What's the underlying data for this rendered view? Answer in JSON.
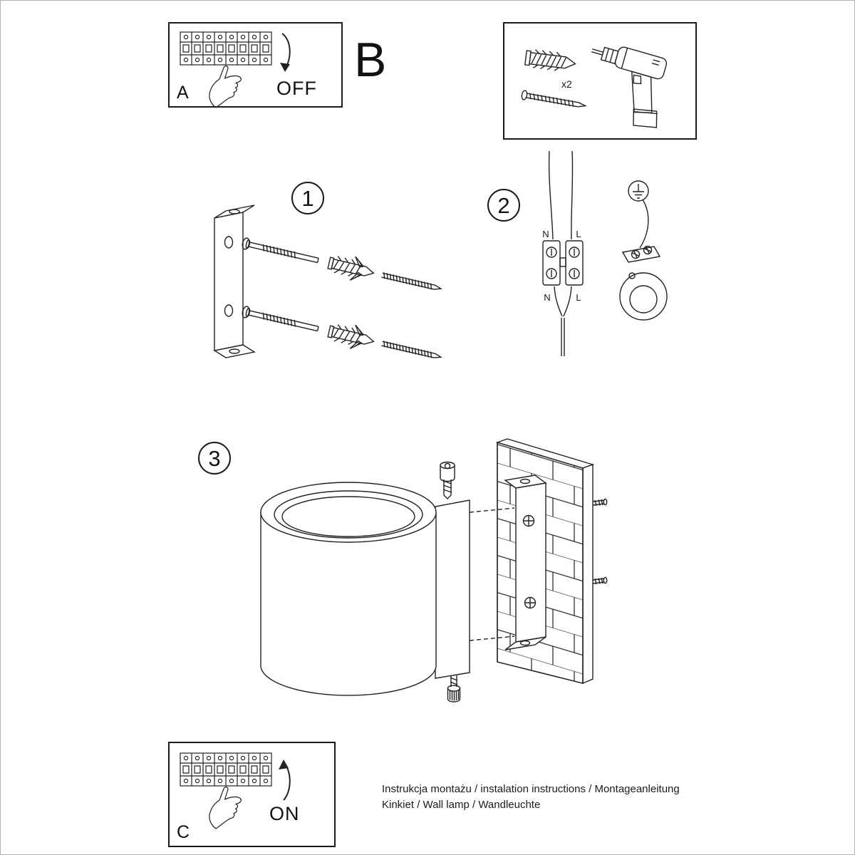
{
  "doc": {
    "footer_line1": "Instrukcja montażu / instalation instructions / Montageanleitung",
    "footer_line2": "Kinkiet / Wall lamp / Wandleuchte"
  },
  "panel_a": {
    "label": "A",
    "switch_state": "OFF"
  },
  "panel_b": {
    "label": "B",
    "quantity": "x2"
  },
  "panel_c": {
    "label": "C",
    "switch_state": "ON"
  },
  "steps": {
    "step1": {
      "number": "1"
    },
    "step2": {
      "number": "2",
      "terminal_top_left": "N",
      "terminal_top_right": "L",
      "terminal_bottom_left": "N",
      "terminal_bottom_right": "L"
    },
    "step3": {
      "number": "3"
    }
  },
  "colors": {
    "line": "#222222",
    "background": "#ffffff"
  }
}
